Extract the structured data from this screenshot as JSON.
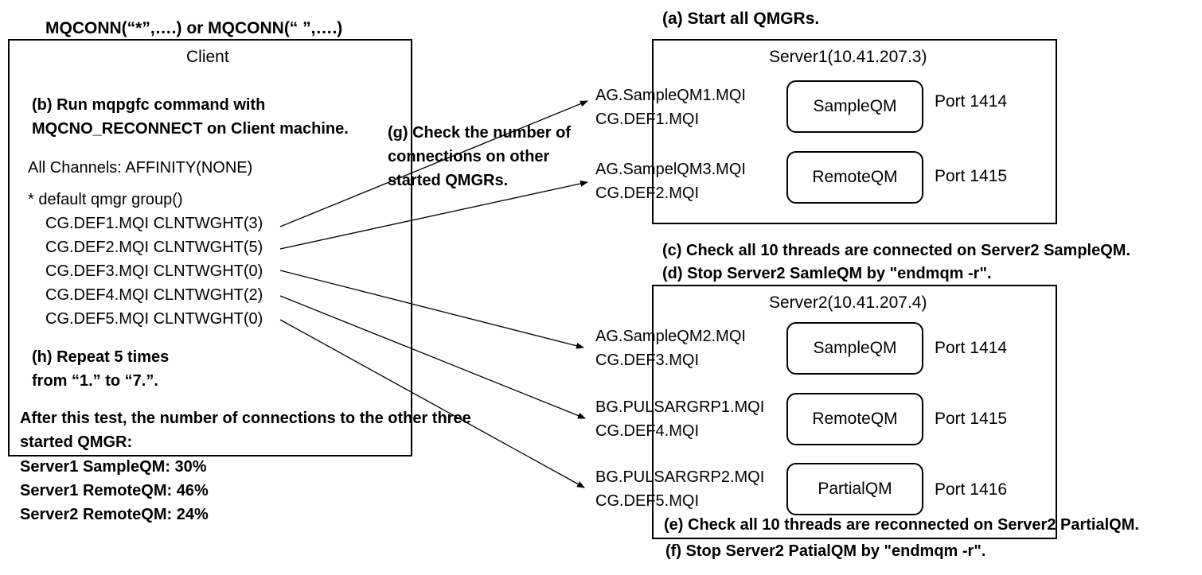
{
  "header": {
    "mqconn_call": "MQCONN(“*”,….) or MQCONN(“ ”,….)",
    "step_a": "(a) Start all QMGRs."
  },
  "client": {
    "title": "Client",
    "step_b_line1": "(b) Run mqpgfc command with",
    "step_b_line2": "MQCNO_RECONNECT on Client machine.",
    "channels": "All Channels: AFFINITY(NONE)",
    "group": "* default qmgr group()",
    "entries": [
      "CG.DEF1.MQI CLNTWGHT(3)",
      "CG.DEF2.MQI CLNTWGHT(5)",
      "CG.DEF3.MQI CLNTWGHT(0)",
      "CG.DEF4.MQI CLNTWGHT(2)",
      "CG.DEF5.MQI CLNTWGHT(0)"
    ],
    "step_h_line1": "(h) Repeat 5 times",
    "step_h_line2": "from “1.” to “7.”."
  },
  "step_g": [
    "(g) Check the number of",
    "connections on other",
    "started QMGRs."
  ],
  "result": {
    "line1": "After this test, the number of connections to the other three",
    "line2": "started QMGR:",
    "items": [
      "Server1 SampleQM: 30%",
      "Server1 RemoteQM: 46%",
      "Server2 RemoteQM: 24%"
    ]
  },
  "server1": {
    "title": "Server1(10.41.207.3)",
    "rows": [
      {
        "ag": "AG.SampleQM1.MQI",
        "cg": "CG.DEF1.MQI",
        "qm": "SampleQM",
        "port": "Port 1414"
      },
      {
        "ag": "AG.SampelQM3.MQI",
        "cg": "CG.DEF2.MQI",
        "qm": "RemoteQM",
        "port": "Port 1415"
      }
    ]
  },
  "step_c": "(c) Check all 10 threads are connected on Server2 SampleQM.",
  "step_d": "(d) Stop Server2 SamleQM by \"endmqm -r\".",
  "server2": {
    "title": "Server2(10.41.207.4)",
    "rows": [
      {
        "ag": "AG.SampleQM2.MQI",
        "cg": "CG.DEF3.MQI",
        "qm": "SampleQM",
        "port": "Port 1414"
      },
      {
        "ag": "BG.PULSARGRP1.MQI",
        "cg": "CG.DEF4.MQI",
        "qm": "RemoteQM",
        "port": "Port 1415"
      },
      {
        "ag": "BG.PULSARGRP2.MQI",
        "cg": "CG.DEF5.MQI",
        "qm": "PartialQM",
        "port": "Port 1416"
      }
    ]
  },
  "step_e": "(e) Check all 10 threads are reconnected on Server2 PartialQM.",
  "step_f": "(f) Stop Server2 PatialQM by \"endmqm -r\"."
}
